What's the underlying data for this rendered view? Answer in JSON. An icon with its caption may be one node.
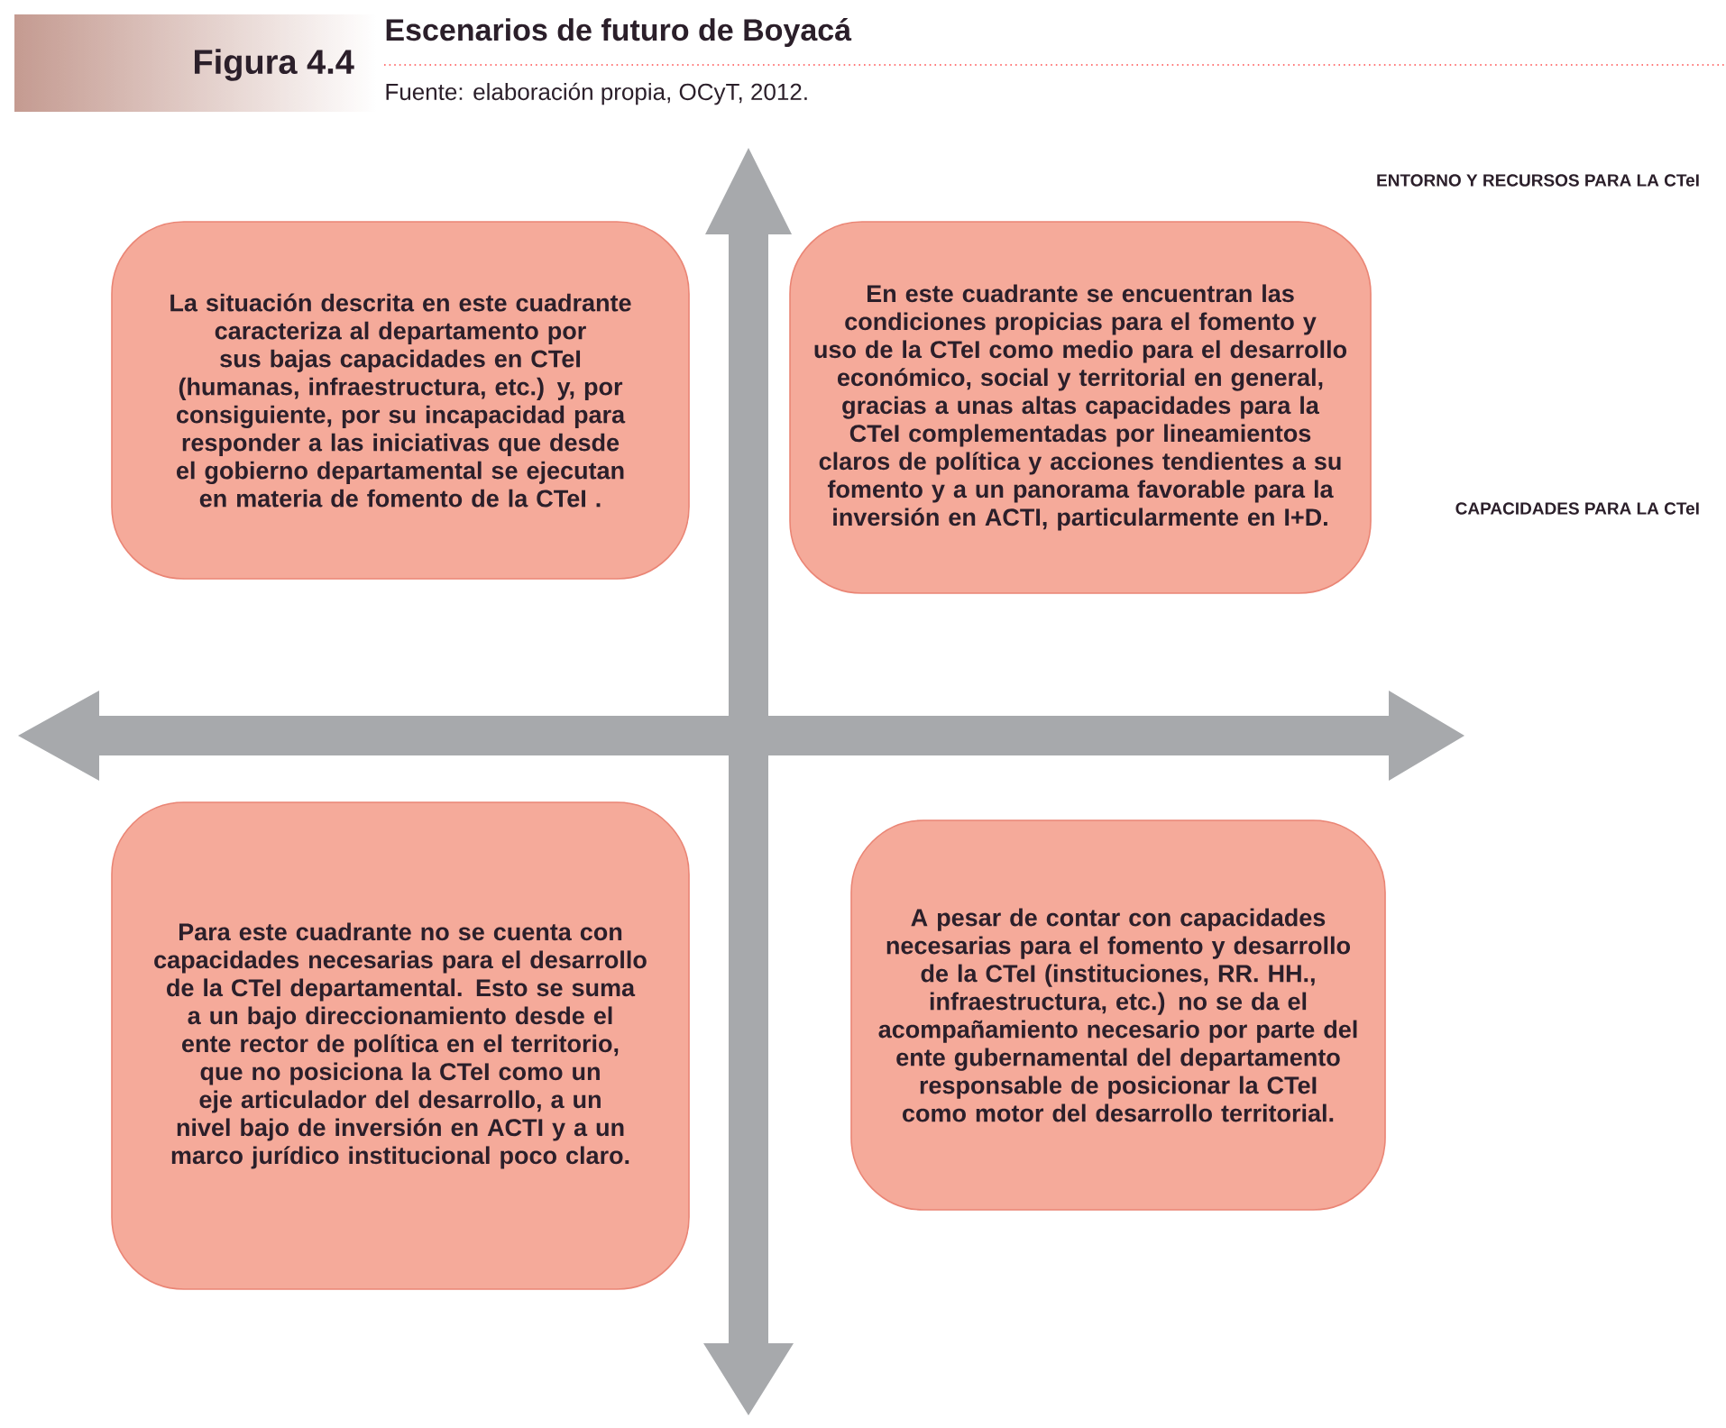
{
  "diagram": {
    "title": "Escenarios de futuro de Boyacá",
    "caption": "Fuente: elaboración propia, OCyT, 2012.",
    "nodes": [
      {
        "text": [
          "La situación descrita en este cuadrante caracteriza al departamento por sus bajas capacidades en CTeI (humanas, infraestructura, etc.) y, por consiguiente, por su incapacidad para responder a las iniciativas que desde el gobierno departamental se ejecutan en materia de fomento de la CTeI ."
        ]
      },
      {
        "text": [
          "En este cuadrante se encuentran las condiciones propicias para el fomento y uso de la CTeI como medio para el desarrollo económico, social y territorial en general, gracias a unas altas capacidades para la CTeI complementadas por lineamientos claros de política y acciones tendientes a su fomento y a un panorama favorable para la inversión en ACTI, particularmente en I+D."
        ]
      },
      {
        "text": [
          "Para este cuadrante no se cuenta con capacidades necesarias para el desarrollo de la CTeI departamental. Esto se suma a un bajo direccionamiento desde el ente rector de política en el territorio, que no posiciona la CTeI como un eje articulador del desarrollo, a un nivel bajo de inversión en ACTI  y a un marco jurídico institucional poco claro."
        ]
      },
      {
        "text": [
          "A pesar de contar con capacidades necesarias para el fomento y desarrollo de la CTeI (instituciones, RR. HH., infraestructura, etc.) no se da el acompañamiento necesario por parte del ente gubernamental del departamento responsable de posicionar la CTeI como motor del desarrollo territorial."
        ]
      }
    ],
    "labels": [
      "Figura 4.4",
      "ENTORNO Y RECURSOS PARA LA CTeI",
      "CAPACIDADES PARA LA CTeI"
    ]
  }
}
